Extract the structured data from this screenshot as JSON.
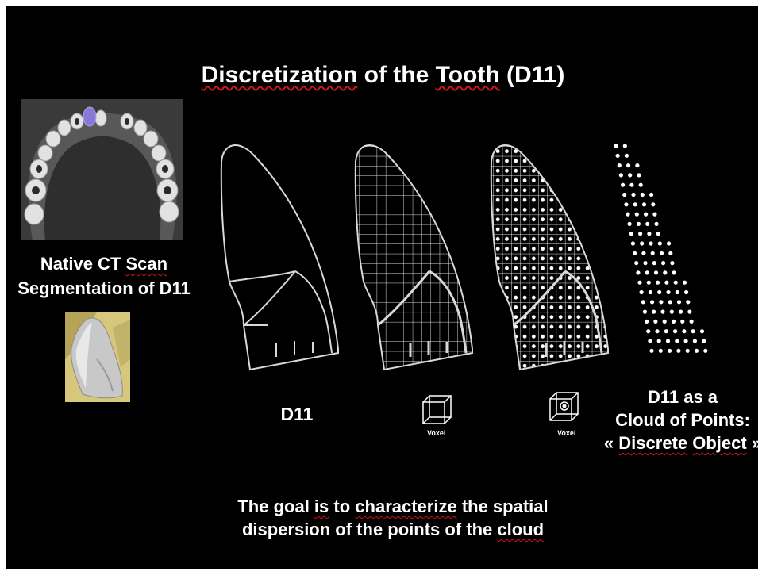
{
  "slide": {
    "title": {
      "w1": "Discretization",
      "w2": " of the ",
      "w3": "Tooth",
      "w4": " (D11)"
    },
    "ct_label": {
      "line1_a": "Native CT ",
      "line1_b": "Scan",
      "line2": "Segmentation of D11"
    },
    "tooth_label": "D11",
    "voxel_labels": [
      "Voxel",
      "Voxel"
    ],
    "cloud_label": {
      "line1": "D11 as a",
      "line2": "Cloud of Points:",
      "line3_open": "« ",
      "line3_w1": "Discrete",
      "line3_sp": " ",
      "line3_w2": "Object",
      "line3_close": " »"
    },
    "goal": {
      "l1_a": "The goal ",
      "l1_b": "is",
      "l1_c": " to ",
      "l1_d": "characterize",
      "l1_e": " the spatial",
      "l2_a": "dispersion of the points of the ",
      "l2_b": "cloud"
    },
    "colors": {
      "background": "#000000",
      "text": "#ffffff",
      "spellcheck_underline": "#d01818",
      "segmented_tooth": "#8a78d8",
      "scan_gray": "#5a5a5a"
    }
  }
}
